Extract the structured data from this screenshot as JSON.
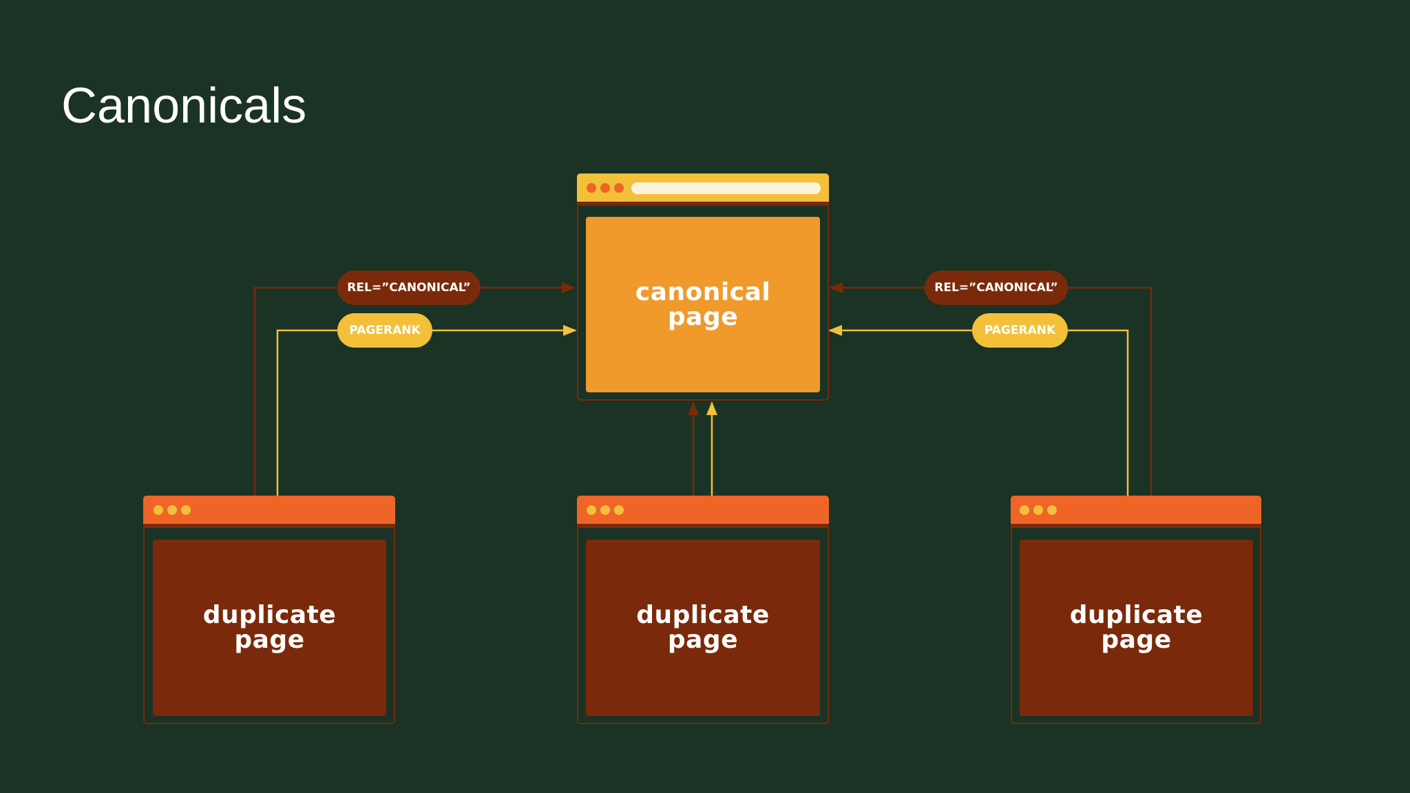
{
  "slide": {
    "title": "Canonicals"
  },
  "colors": {
    "background": "#1a3324",
    "canonical_bar": "#f3c03a",
    "canonical_content": "#f09a2c",
    "duplicate_bar": "#ef6528",
    "duplicate_content": "#7a2a0a",
    "rel_connector": "#7a2a0a",
    "pagerank_connector": "#f3c03a",
    "label_text": "#ffffff"
  },
  "nodes": {
    "canonical": {
      "label": "canonical\npage"
    },
    "duplicates": [
      {
        "label": "duplicate\npage"
      },
      {
        "label": "duplicate\npage"
      },
      {
        "label": "duplicate\npage"
      }
    ]
  },
  "edge_labels": {
    "left": {
      "rel": "REL=”CANONICAL”",
      "pagerank": "PAGERANK"
    },
    "right": {
      "rel": "REL=”CANONICAL”",
      "pagerank": "PAGERANK"
    }
  }
}
